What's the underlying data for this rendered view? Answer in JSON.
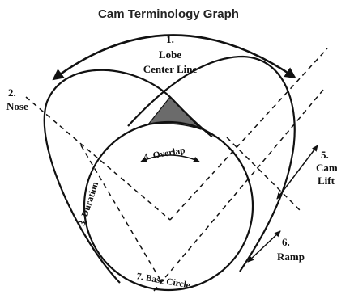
{
  "title": "Cam Terminology Graph",
  "labels": {
    "lobe_center_line": {
      "number": "1.",
      "line1": "Lobe",
      "line2": "Center Line"
    },
    "nose": {
      "number": "2.",
      "text": "Nose"
    },
    "duration": {
      "text": "3. Duration"
    },
    "overlap": {
      "text": "4. Overlap"
    },
    "cam_lift": {
      "number": "5.",
      "line1": "Cam",
      "line2": "Lift"
    },
    "ramp": {
      "number": "6.",
      "text": "Ramp"
    },
    "base_circle": {
      "text": "7. Base Circle"
    }
  },
  "colors": {
    "ink": "#111111",
    "overlap_fill": "#6b6b6b",
    "background": "#ffffff"
  }
}
